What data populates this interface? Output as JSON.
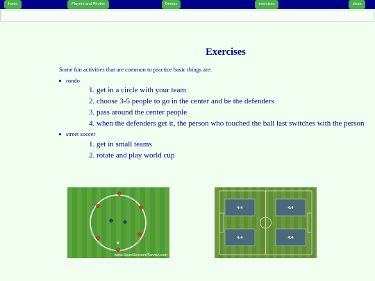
{
  "nav": {
    "items": [
      {
        "label": "home"
      },
      {
        "label": "Players and Photos"
      },
      {
        "label": "Demos"
      },
      {
        "label": "exercises"
      },
      {
        "label": "clubs"
      }
    ]
  },
  "main": {
    "title": "Exercises",
    "intro": "Some fun activities that are common to practice basic things are:",
    "activities": [
      {
        "name": "rondo",
        "steps": [
          "1. get in a circle with your team",
          "2. choose 3-5 people to go in the center and be the defenders",
          "3. pass around the center people",
          "4. when the defenders get it, the person who touched the ball last switches with the person"
        ]
      },
      {
        "name": "street soccer",
        "steps": [
          "1. get in small teams",
          "2. rotate and play world cup"
        ]
      }
    ]
  },
  "images": {
    "rondo_watermark": "www.SportSessionPlanner.com",
    "pitch_labels": [
      "4:4",
      "4:4",
      "4:4",
      "4:4"
    ]
  },
  "colors": {
    "navbar": "#00008b",
    "nav_button": "#4caf50",
    "text": "#00008b",
    "background": "#f0fff0"
  }
}
